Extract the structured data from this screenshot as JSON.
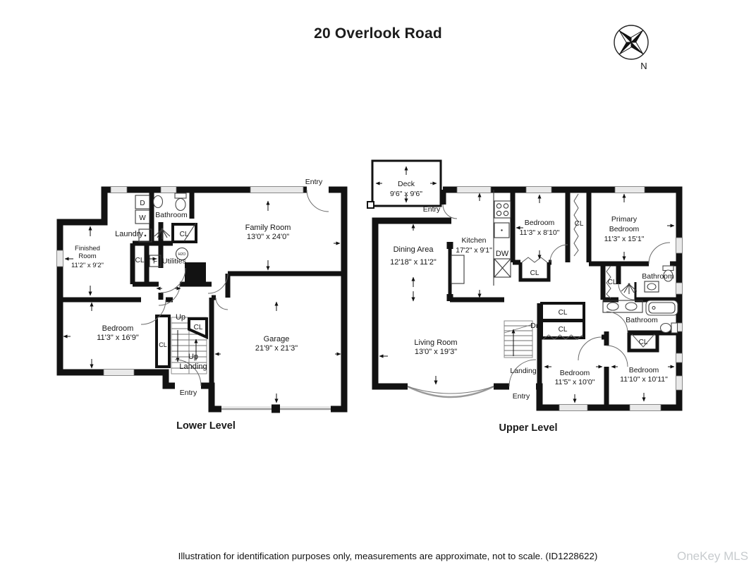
{
  "title": "20 Overlook Road",
  "compass": {
    "north_label": "N"
  },
  "footer": {
    "disclaimer": "Illustration for identification purposes only, measurements are approximate, not to scale. (ID1228622)",
    "watermark": "OneKey MLS"
  },
  "lower": {
    "caption": "Lower Level",
    "labels": {
      "d": "D",
      "w": "W",
      "bathroom": "Bathroom",
      "laundry": "Laundry",
      "cl_bath": "CL",
      "finished_1": "Finished",
      "finished_2": "Room",
      "finished_dims": "11'2\" x 9'2\"",
      "cl_util": "CL",
      "f": "F",
      "utilities": "Utilities",
      "h2o": "H2O",
      "family_room": "Family Room",
      "family_dims": "13'0\" x 24'0\"",
      "entry_top": "Entry",
      "bedroom": "Bedroom",
      "bedroom_dims": "11'3\" x 16'9\"",
      "cl_bedroom": "CL",
      "up": "Up",
      "cl_stairs": "CL",
      "up_landing_1": "Up",
      "up_landing_2": "Landing",
      "entry_bottom": "Entry",
      "garage": "Garage",
      "garage_dims": "21'9\" x 21'3\""
    }
  },
  "upper": {
    "caption": "Upper Level",
    "labels": {
      "deck": "Deck",
      "deck_dims": "9'6\" x 9'6\"",
      "entry_deck": "Entry",
      "dining": "Dining Area",
      "dining_dims": "12'18\" x 11'2\"",
      "kitchen": "Kitchen",
      "kitchen_dims": "17'2\" x 9'1\"",
      "dw": "DW",
      "bedroom1": "Bedroom",
      "bedroom1_dims": "11'3\" x 8'10\"",
      "cl_mid": "CL",
      "primary_1": "Primary",
      "primary_2": "Bedroom",
      "primary_dims": "11'3\" x 15'1\"",
      "cl_bed1": "CL",
      "cl_primary": "CL",
      "bath1": "Bathroom",
      "bath2": "Bathroom",
      "cl_bath": "CL",
      "cl_hall1": "CL",
      "cl_hall2": "CL",
      "dn": "Dn",
      "landing": "Landing",
      "entry_bottom": "Entry",
      "living": "Living Room",
      "living_dims": "13'0\" x 19'3\"",
      "bedroom2": "Bedroom",
      "bedroom2_dims": "11'5\" x 10'0\"",
      "bedroom3": "Bedroom",
      "bedroom3_dims": "11'10\" x 10'11\""
    }
  }
}
